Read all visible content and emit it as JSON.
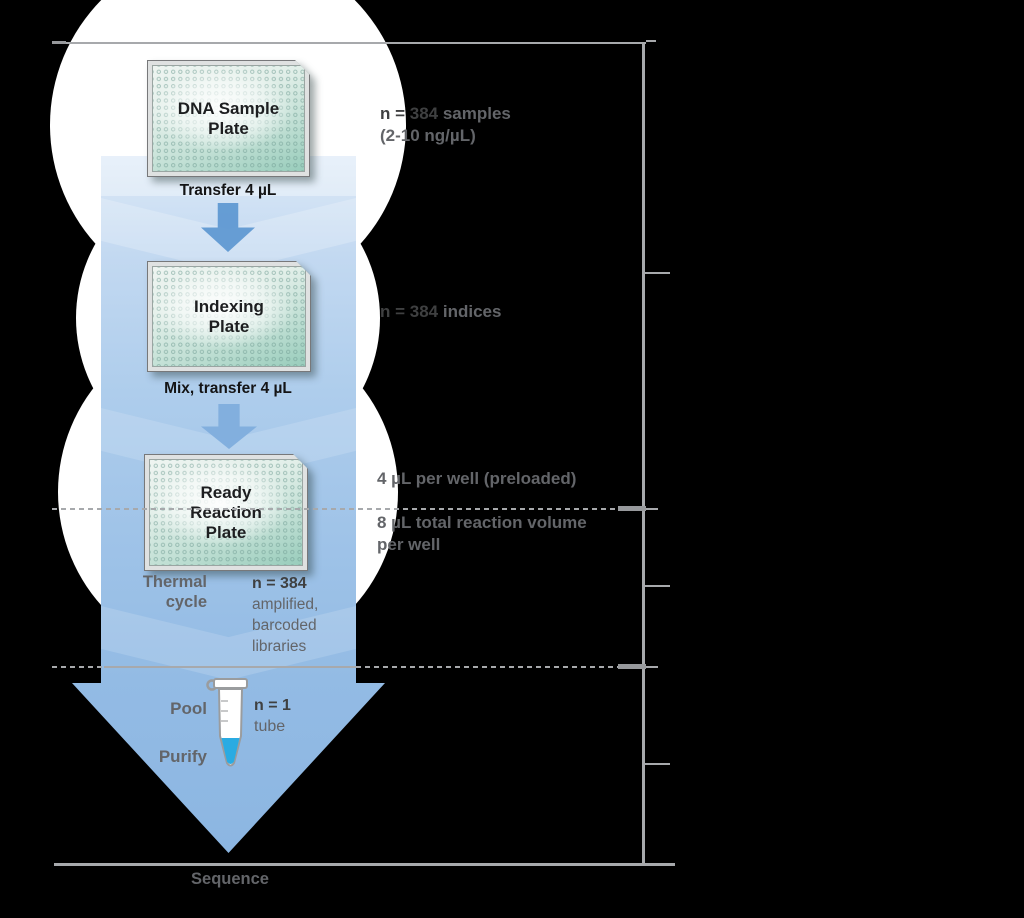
{
  "colors": {
    "background": "#000000",
    "arrow_blue_top": "#dce9f7",
    "arrow_blue_bottom": "#8cb6e2",
    "plate_teal": "#93cab8",
    "bracket_gray": "#a7a9ac",
    "text_dark": "#3f4041",
    "text_gray": "#636569",
    "plate_text": "#1d1e20",
    "tube_liquid": "#2aabe2"
  },
  "stages": {
    "stage1": {
      "plate_line1": "DNA Sample",
      "plate_line2": "Plate",
      "note_bold": "n = 384",
      "note_rest": " samples",
      "note_line2": "(2-10 ng/µL)",
      "action": "Transfer 4 µL"
    },
    "stage2": {
      "plate_line1": "Indexing",
      "plate_line2": "Plate",
      "note_bold": "n = 384",
      "note_rest": " indices",
      "action": "Mix, transfer 4 µL"
    },
    "stage3": {
      "plate_line1": "Ready",
      "plate_line2": "Reaction",
      "plate_line3": "Plate",
      "note_line1": "4 µL per well (preloaded)",
      "note_line2a": "8 µL total reaction volume",
      "note_line2b": "per well",
      "left_label_line1": "Thermal",
      "left_label_line2": "cycle",
      "result_bold": "n = 384",
      "result_line1": "amplified,",
      "result_line2": "barcoded",
      "result_line3": "libraries"
    },
    "stage4": {
      "pool_label": "Pool",
      "note_bold": "n = 1",
      "note_rest": "tube",
      "purify_label": "Purify"
    },
    "stage5": {
      "sequence_label": "Sequence"
    }
  },
  "icons": {
    "tube": "microcentrifuge-tube"
  }
}
